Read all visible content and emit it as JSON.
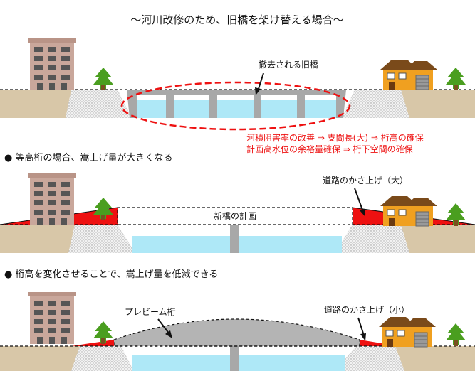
{
  "title": "〜河川改修のため、旧橋を架け替える場合〜",
  "panel1": {
    "old_bridge_label": "撤去される旧橋",
    "notes": [
      "河積阻害率の改善 ⇒ 支間長(大) ⇒ 桁高の確保",
      "計画高水位の余裕量確保 ⇒ 桁下空間の確保"
    ]
  },
  "panel2": {
    "heading": "●  等高桁の場合、嵩上げ量が大きくなる",
    "new_bridge_label": "新橋の計画",
    "road_raise_label": "道路のかさ上げ（大）"
  },
  "panel3": {
    "heading": "●  桁高を変化させることで、嵩上げ量を低減できる",
    "girder_label": "プレビーム桁",
    "road_raise_label": "道路のかさ上げ（小）"
  },
  "colors": {
    "soil": "#d8c7a8",
    "water": "#aee8f7",
    "pier": "#a8a8a8",
    "fill_red": "#ee1111",
    "note_red": "#ee1111",
    "building_gray": "#c9a79b",
    "house_orange": "#f0a020",
    "tree_green": "#4a9e1f"
  },
  "icons": [
    "apartment-building-icon",
    "house-icon",
    "tree-icon"
  ]
}
